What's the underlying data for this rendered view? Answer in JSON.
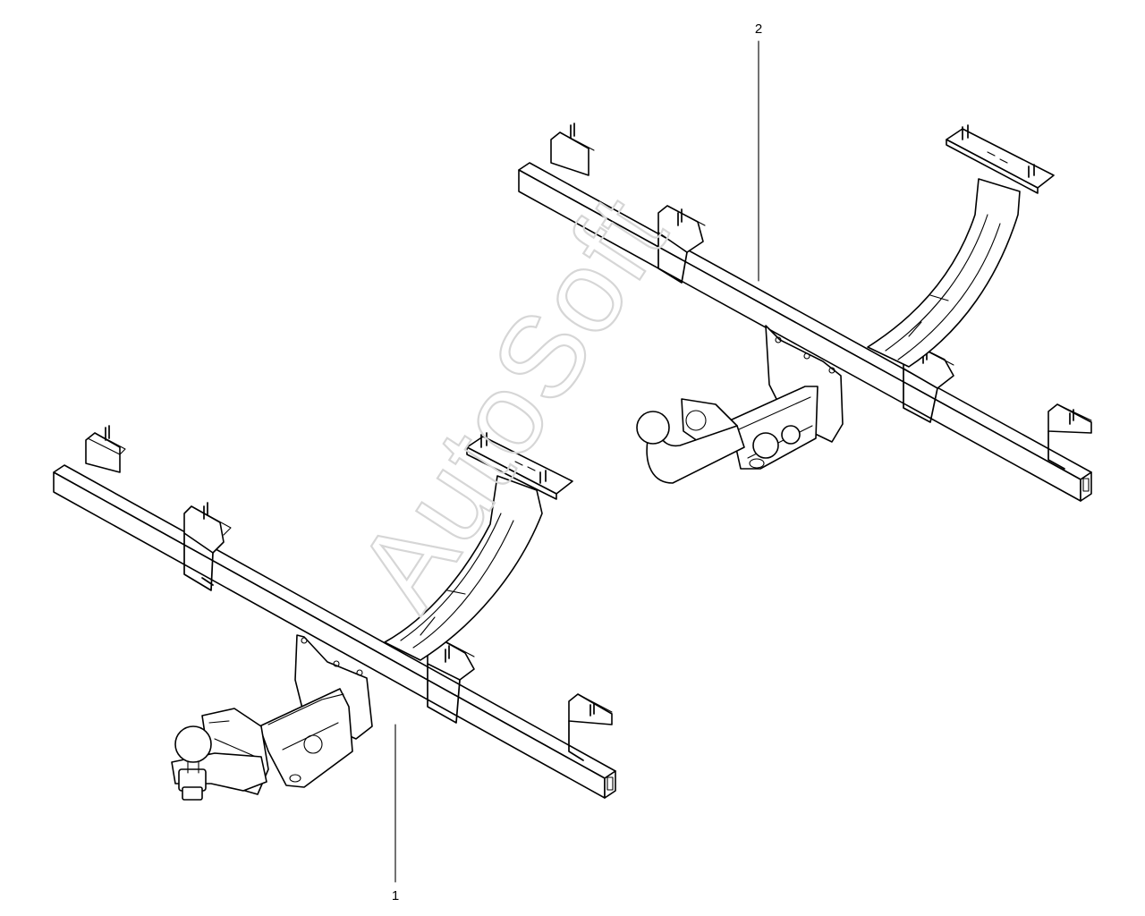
{
  "callouts": [
    {
      "id": "1",
      "label": "1"
    },
    {
      "id": "2",
      "label": "2"
    }
  ],
  "watermark": {
    "text": "AutoSoft"
  },
  "colors": {
    "line": "#000000",
    "background": "#ffffff",
    "watermark": "#d6d6d6"
  }
}
